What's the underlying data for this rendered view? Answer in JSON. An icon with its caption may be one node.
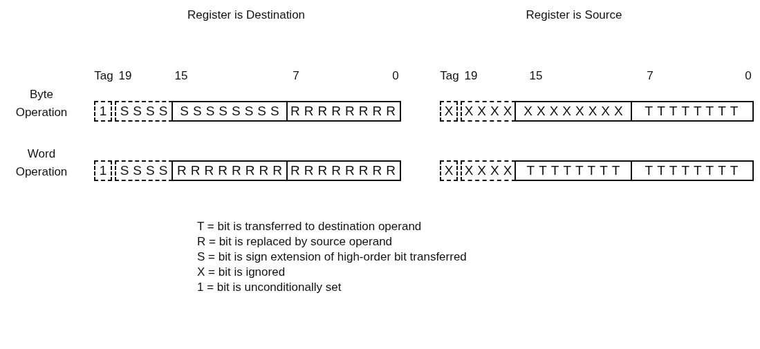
{
  "diagram": {
    "nodes": [
      {
        "text": [
          "1"
        ]
      },
      {
        "text": [
          "SSSS"
        ]
      },
      {
        "text": [
          "SSSSSSSS"
        ]
      },
      {
        "text": [
          "RRRRRRRR"
        ]
      },
      {
        "text": [
          "X"
        ]
      },
      {
        "text": [
          "XXXX"
        ]
      },
      {
        "text": [
          "XXXXXXXX"
        ]
      },
      {
        "text": [
          "TTTTTTTT"
        ]
      },
      {
        "text": [
          "1"
        ]
      },
      {
        "text": [
          "SSSS"
        ]
      },
      {
        "text": [
          "RRRRRRRR"
        ]
      },
      {
        "text": [
          "RRRRRRRR"
        ]
      },
      {
        "text": [
          "X"
        ]
      },
      {
        "text": [
          "XXXX"
        ]
      },
      {
        "text": [
          "TTTTTTTT"
        ]
      },
      {
        "text": [
          "TTTTTTTT"
        ]
      }
    ],
    "labels": [
      "Register is Destination",
      "Register is Source",
      "Tag",
      "19",
      "15",
      "7",
      "0",
      "Tag",
      "19",
      "15",
      "7",
      "0",
      "Byte Operation",
      "Word Operation",
      "T = bit is transferred to destination operand",
      "R = bit is replaced by source operand",
      "S = bit is sign extension of high-order bit transferred",
      "X = bit is ignored",
      "1 = bit is unconditionally set"
    ]
  }
}
